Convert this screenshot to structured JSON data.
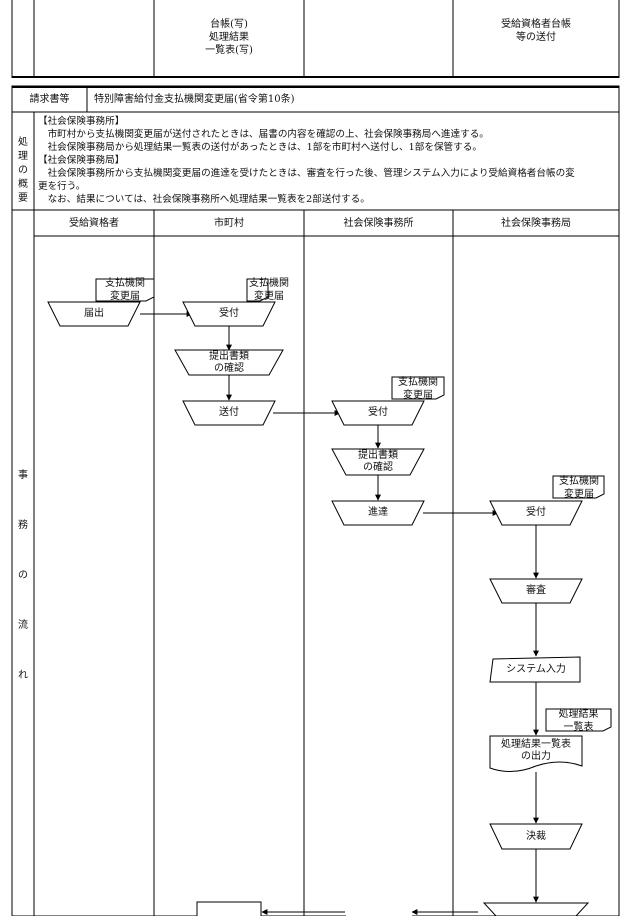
{
  "top_table": {
    "col2_lines": [
      "台帳(写)",
      "処理結果",
      "一覧表(写)"
    ],
    "col4_lines": [
      "受給資格者台帳",
      "等の送付"
    ]
  },
  "request": {
    "label": "請求書等",
    "value": "特別障害給付金支払機関変更届(省令第10条)"
  },
  "overview": {
    "label_chars": [
      "処",
      "理",
      "の",
      "概",
      "要"
    ],
    "lines": [
      "【社会保険事務所】",
      "　市町村から支払機関変更届が送付されたときは、届書の内容を確認の上、社会保険事務局へ進達する。",
      "　社会保険事務局から処理結果一覧表の送付があったときは、1部を市町村へ送付し、1部を保管する。",
      "【社会保険事務局】",
      "　社会保険事務所から支払機関変更届の進達を受けたときは、審査を行った後、管理システム入力により受給資格者台帳の変",
      "更を行う。",
      "　なお、結果については、社会保険事務所へ処理結果一覧表を2部送付する。"
    ]
  },
  "flow": {
    "label_chars": [
      "事",
      "務",
      "の",
      "流",
      "れ"
    ],
    "columns": [
      "受給資格者",
      "市町村",
      "社会保険事務所",
      "社会保険事務局"
    ],
    "doc_label": "支払機関変更届",
    "doc_lines": [
      "支払機関",
      "変更届"
    ],
    "nodes": {
      "submit": "届出",
      "city_receive": "受付",
      "city_check": [
        "提出書類",
        "の確認"
      ],
      "city_send": "送付",
      "office_receive": "受付",
      "office_check": [
        "提出書類",
        "の確認"
      ],
      "office_forward": "進達",
      "bureau_receive": "受付",
      "bureau_review": "審査",
      "bureau_input": "システム入力",
      "bureau_output": [
        "処理結果一覧表",
        "の出力"
      ],
      "bureau_approve": "決裁"
    },
    "result_doc": [
      "処理結果",
      "一覧表"
    ]
  }
}
